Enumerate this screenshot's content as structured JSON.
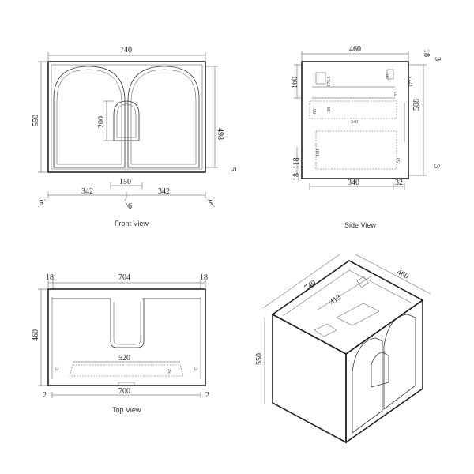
{
  "views": {
    "front": {
      "label": "Front View",
      "dims": {
        "width": "740",
        "height": "550",
        "door_height": "498",
        "arch_inset": "200",
        "center_gap": "150",
        "left_door": "342",
        "right_door": "342",
        "edge_left": "5",
        "edge_right": "5",
        "edge_side": "5",
        "center_small": "6"
      }
    },
    "side": {
      "label": "Side View",
      "dims": {
        "depth": "460",
        "top_right_a": "18",
        "top_right_b": "3",
        "height": "508",
        "upper": "160",
        "drawer_h1": "175.5",
        "drawer_h2": "177.5",
        "small_a": "85",
        "small_b": "38",
        "small_c": "33",
        "small_d": "50",
        "inner_w": "340",
        "inner_w_b": "340",
        "lower_left": "118",
        "lower_inner": "180",
        "base": "18",
        "bottom_right": "3",
        "right_lower": "50",
        "rear": "32"
      }
    },
    "top": {
      "label": "Top View",
      "dims": {
        "inner": "704",
        "left_panel": "18",
        "right_panel": "18",
        "depth": "460",
        "bowl": "520",
        "small_note": "50",
        "bottom": "700",
        "edge_left": "2",
        "edge_right": "2"
      }
    },
    "iso": {
      "dims": {
        "width": "740",
        "depth": "460",
        "height": "550",
        "interior": "413"
      }
    }
  }
}
